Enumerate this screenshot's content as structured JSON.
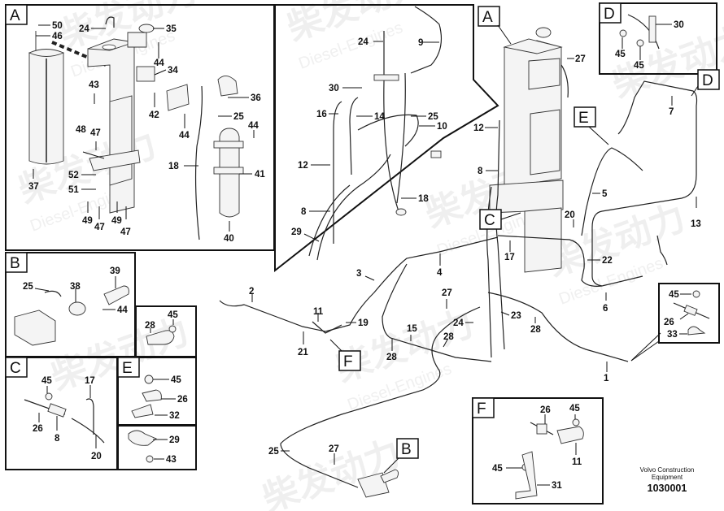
{
  "diagram": {
    "type": "exploded-parts-diagram",
    "subject": "Hydraulic/fluid tank assembly with hoses and clamps",
    "watermark": {
      "chinese": "柴发动力",
      "english": "Diesel-Engines"
    },
    "caption": {
      "line1": "Volvo Construction",
      "line2": "Equipment",
      "document_number": "1030001"
    },
    "detail_views": {
      "A": {
        "letter": "A",
        "labels": [
          "50",
          "46",
          "24",
          "35",
          "44",
          "34",
          "43",
          "42",
          "36",
          "25",
          "44",
          "48",
          "47",
          "52",
          "51",
          "49",
          "47",
          "49",
          "47",
          "37",
          "18",
          "44",
          "41",
          "40"
        ]
      },
      "callout_zoom": {
        "labels": [
          "24",
          "9",
          "30",
          "16",
          "14",
          "25",
          "10",
          "12",
          "8",
          "18",
          "29"
        ]
      },
      "B": {
        "letter": "B",
        "labels": [
          "25",
          "38",
          "39",
          "44"
        ]
      },
      "clamp_28": {
        "labels": [
          "45",
          "28"
        ]
      },
      "C": {
        "letter": "C",
        "labels": [
          "45",
          "17",
          "26",
          "8",
          "20"
        ]
      },
      "E": {
        "letter": "E",
        "labels": [
          "45",
          "26",
          "32"
        ]
      },
      "clamp_29": {
        "labels": [
          "29",
          "43"
        ]
      },
      "D": {
        "letter": "D",
        "labels": [
          "30",
          "45",
          "45"
        ]
      },
      "F": {
        "letter": "F",
        "labels": [
          "26",
          "45",
          "45",
          "11",
          "31"
        ]
      },
      "sensor_33": {
        "labels": [
          "45",
          "26",
          "33"
        ]
      }
    },
    "main_view": {
      "reference_boxes": [
        "A",
        "C",
        "D",
        "E",
        "B",
        "F"
      ],
      "labels": [
        "12",
        "8",
        "27",
        "17",
        "7",
        "5",
        "20",
        "13",
        "22",
        "6",
        "3",
        "4",
        "2",
        "11",
        "19",
        "21",
        "27",
        "15",
        "28",
        "24",
        "28",
        "23",
        "28",
        "1",
        "25",
        "27"
      ]
    }
  }
}
